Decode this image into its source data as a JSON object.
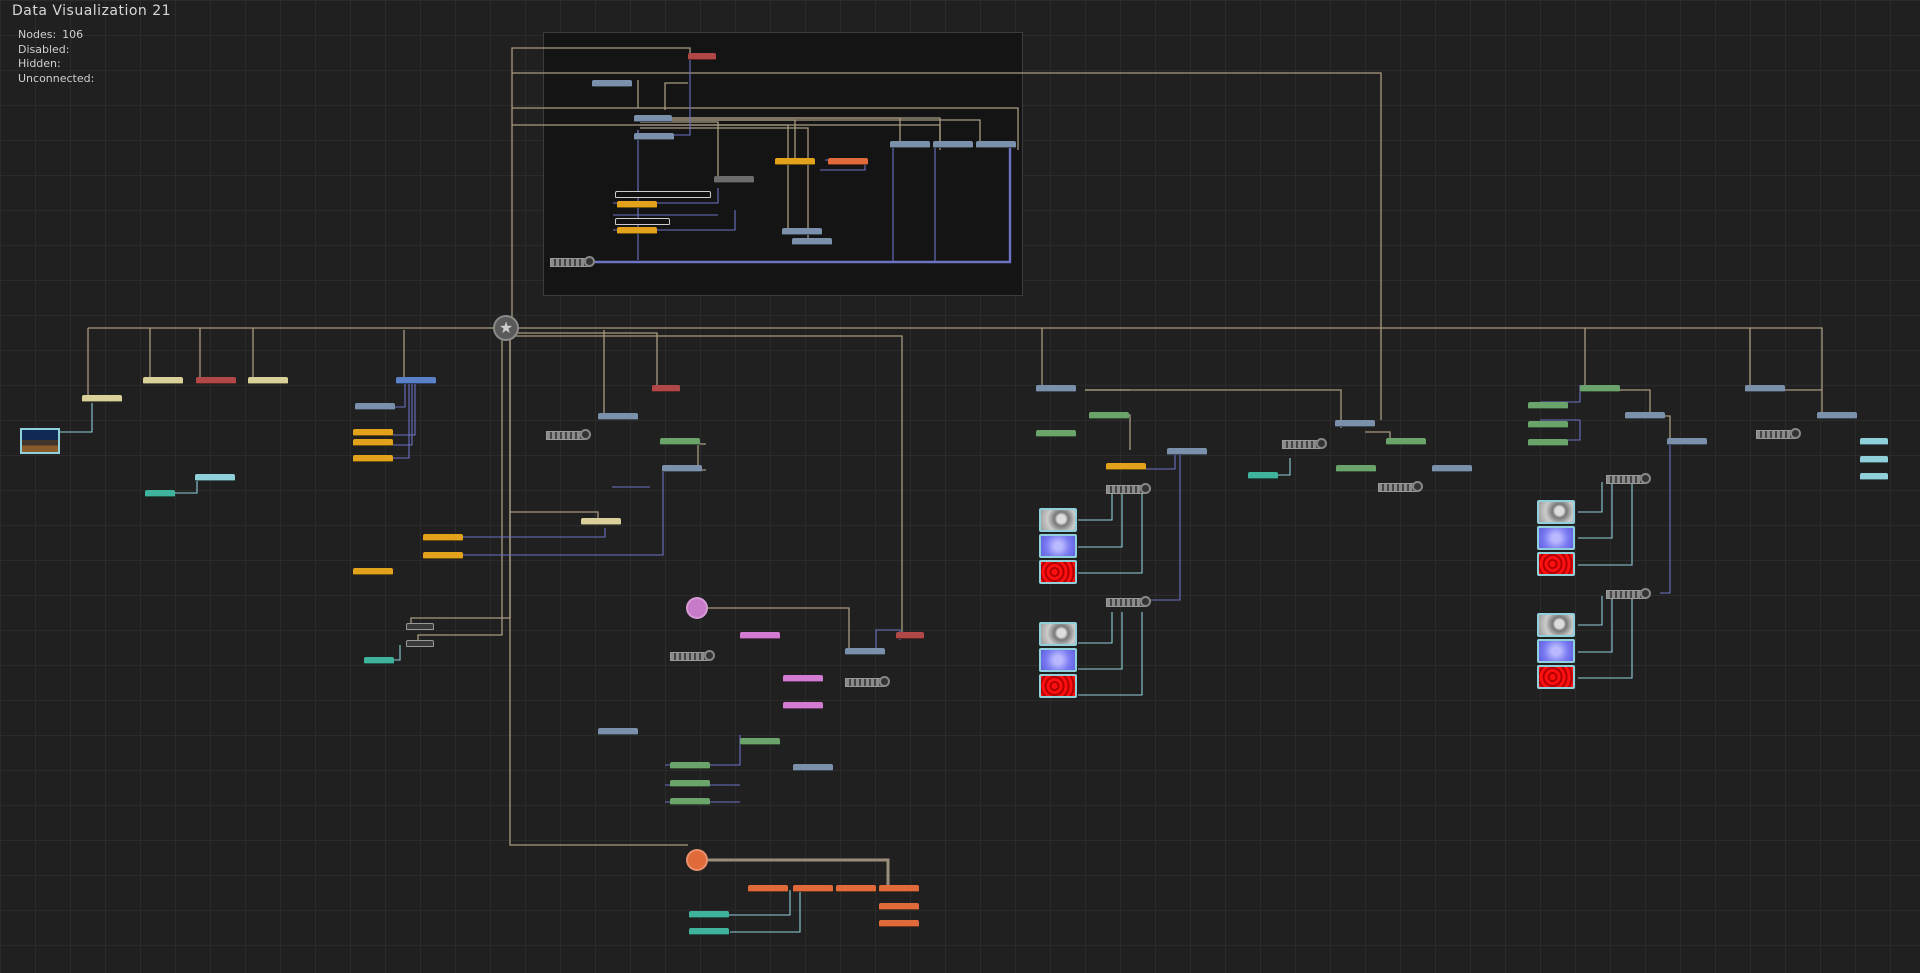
{
  "window": {
    "title": "Data  Visualization  21"
  },
  "stats": [
    {
      "label": "Nodes:",
      "value": "106"
    },
    {
      "label": "Disabled:",
      "value": ""
    },
    {
      "label": "Hidden:",
      "value": ""
    },
    {
      "label": "Unconnected:",
      "value": ""
    }
  ],
  "colors": {
    "background": "#202020",
    "grid": "#2b2b2b",
    "wire_main": "#a89a80",
    "wire_blue": "#6c72c4",
    "wire_cyan": "#8fd0da"
  },
  "icons": {
    "root": "star-icon"
  }
}
